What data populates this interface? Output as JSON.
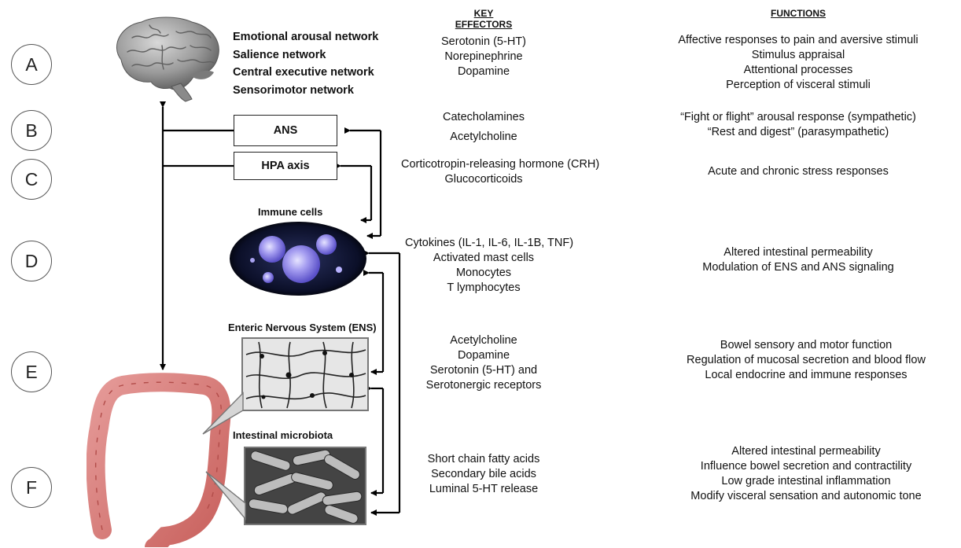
{
  "headers": {
    "effectors": "KEY EFFECTORS",
    "functions": "FUNCTIONS"
  },
  "rows": [
    {
      "letter": "A",
      "effectors": [
        "Serotonin (5-HT)",
        "Norepinephrine",
        "Dopamine"
      ],
      "functions": [
        "Affective responses to pain and aversive stimuli",
        "Stimulus appraisal",
        "Attentional processes",
        "Perception of visceral stimuli"
      ]
    },
    {
      "letter": "B",
      "effectors": [
        "Catecholamines",
        "Acetylcholine"
      ],
      "functions": [
        "“Fight or flight” arousal response (sympathetic)",
        "“Rest and digest” (parasympathetic)"
      ]
    },
    {
      "letter": "C",
      "effectors": [
        "Corticotropin-releasing hormone (CRH)",
        "Glucocorticoids"
      ],
      "functions": [
        "Acute and chronic stress responses"
      ]
    },
    {
      "letter": "D",
      "effectors": [
        "Cytokines (IL-1, IL-6, IL-1B, TNF)",
        "Activated mast cells",
        "Monocytes",
        "T lymphocytes"
      ],
      "functions": [
        "Altered intestinal permeability",
        "Modulation of ENS and ANS signaling"
      ]
    },
    {
      "letter": "E",
      "effectors": [
        "Acetylcholine",
        "Dopamine",
        "Serotonin (5-HT) and",
        "Serotonergic receptors"
      ],
      "functions": [
        "Bowel sensory and motor function",
        "Regulation of mucosal secretion and blood flow",
        "Local endocrine and immune responses"
      ]
    },
    {
      "letter": "F",
      "effectors": [
        "Short chain fatty acids",
        "Secondary bile acids",
        "Luminal 5-HT release"
      ],
      "functions": [
        "Altered intestinal permeability",
        "Influence bowel secretion and contractility",
        "Low grade intestinal inflammation",
        "Modify visceral sensation and autonomic tone"
      ]
    }
  ],
  "brain_networks": [
    "Emotional arousal network",
    "Salience network",
    "Central executive network",
    "Sensorimotor network"
  ],
  "boxes": {
    "ans": "ANS",
    "hpa": "HPA axis"
  },
  "labels": {
    "immune": "Immune cells",
    "ens": "Enteric Nervous System (ENS)",
    "microbiota": "Intestinal microbiota"
  }
}
